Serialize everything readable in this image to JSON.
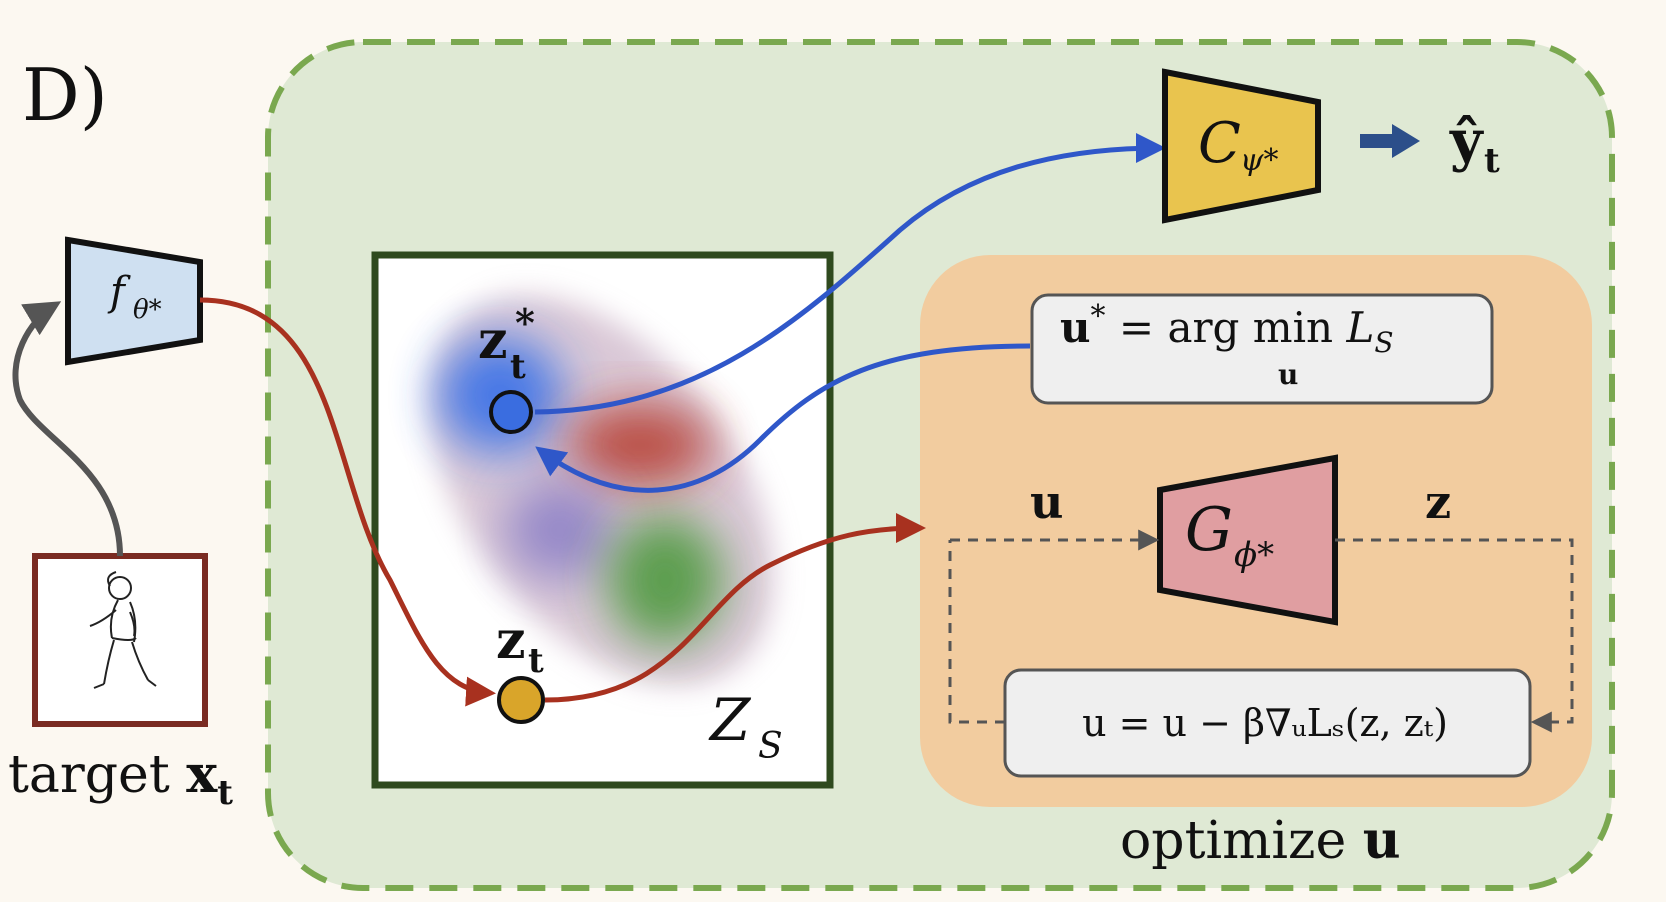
{
  "panel_label": "D)",
  "target_label": "target ",
  "target_var": "x",
  "target_sub": "t",
  "encoder": {
    "name": "f",
    "sub": "θ*"
  },
  "classifier": {
    "name": "C",
    "sub": "ψ*"
  },
  "classifier_output": {
    "name": "ŷ",
    "sub": "t"
  },
  "generator": {
    "name": "G",
    "sub": "ϕ*"
  },
  "latent_space": {
    "name": "Z",
    "sub": "S"
  },
  "z_t_star": {
    "name": "z",
    "sub": "t",
    "sup": "*"
  },
  "z_t": {
    "name": "z",
    "sub": "t"
  },
  "optimal_u_formula": {
    "lhs": "u",
    "sup": "*",
    "eq": " = arg min ",
    "loss": "L",
    "loss_sub": "S",
    "under": "u"
  },
  "update_formula": "u = u − β∇ᵤLₛ(z, zₜ)",
  "gen_input_label": "u",
  "gen_output_label": "z",
  "optimize_label": "optimize ",
  "optimize_var": "u",
  "colors": {
    "dashed_region": "#7aa84f",
    "region_fill": "#dfe9d4",
    "orange_region": "#f2cc9f",
    "encoder_fill": "#cfe0f1",
    "classifier_fill": "#e9c44e",
    "generator_fill": "#e09ea1",
    "latent_border": "#2f4a1e",
    "target_border": "#7a2b22",
    "red_arrow": "#a8311f",
    "blue_arrow": "#2f57c9",
    "gray_arrow": "#555555",
    "z_star_fill": "#3a6de0",
    "z_fill": "#d9a52a",
    "formula_box": "#efefef"
  }
}
